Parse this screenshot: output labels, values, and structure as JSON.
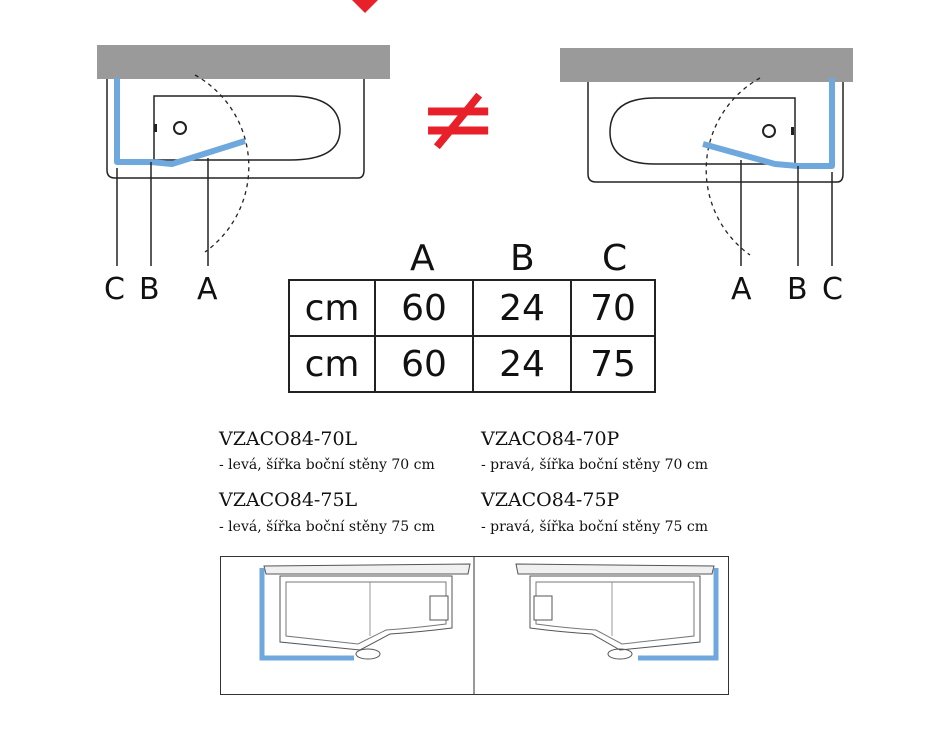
{
  "left_labels": [
    "C",
    "B",
    "A"
  ],
  "right_labels": [
    "A",
    "B",
    "C"
  ],
  "table": {
    "headers": [
      "A",
      "B",
      "C"
    ],
    "rows": [
      {
        "unit": "cm",
        "A": "60",
        "B": "24",
        "C": "70"
      },
      {
        "unit": "cm",
        "A": "60",
        "B": "24",
        "C": "75"
      }
    ]
  },
  "models": [
    {
      "code": "VZACO84-70L",
      "desc": "- levá, šířka boční stěny 70 cm"
    },
    {
      "code": "VZACO84-70P",
      "desc": "- pravá, šířka boční stěny 70 cm"
    },
    {
      "code": "VZACO84-75L",
      "desc": "- levá, šířka boční stěny 75 cm"
    },
    {
      "code": "VZACO84-75P",
      "desc": "- pravá, šířka boční stěny 75 cm"
    }
  ],
  "colors": {
    "panel": "#6fa8dc",
    "wall": "#9a9a9a",
    "neq": "#e8202a"
  },
  "symbols": {
    "not_equal": "≠"
  }
}
